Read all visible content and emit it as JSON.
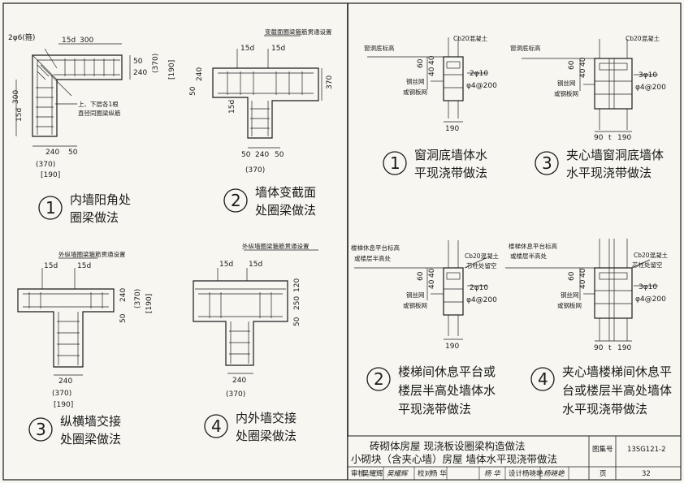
{
  "drawings": {
    "d1": {
      "notes": [
        "2φ6(箍)",
        "上、下层各1根",
        "直径同圈梁纵筋"
      ],
      "dims": [
        "15d",
        "300",
        "50",
        "240",
        "(370)",
        "[190]",
        "300",
        "15d",
        "240",
        "50",
        "(370)",
        "[190]"
      ],
      "number": "1",
      "caption": [
        "内墙阳角处",
        "圈梁做法"
      ]
    },
    "d2": {
      "notes": [
        "变截面圈梁箍筋贯通设置"
      ],
      "dims": [
        "15d",
        "15d",
        "50",
        "240",
        "370",
        "15d",
        "50",
        "240",
        "50",
        "(370)"
      ],
      "number": "2",
      "caption": [
        "墙体变截面",
        "处圈梁做法"
      ]
    },
    "d3": {
      "notes": [
        "外纵墙圈梁箍筋贯通设置"
      ],
      "dims": [
        "15d",
        "15d",
        "50",
        "240",
        "(370)",
        "[190]",
        "240",
        "(370)",
        "[190]"
      ],
      "number": "3",
      "caption": [
        "纵横墙交接",
        "处圈梁做法"
      ]
    },
    "d4": {
      "notes": [
        "外纵墙圈梁箍筋贯通设置"
      ],
      "dims": [
        "15d",
        "15d",
        "50",
        "250",
        "120",
        "240",
        "(370)"
      ],
      "number": "4",
      "caption": [
        "内外墙交接",
        "处圈梁做法"
      ]
    },
    "r1": {
      "notes": [
        "窗洞底标高",
        "Cb20混凝土",
        "钢丝网",
        "或钢板网"
      ],
      "dims": [
        "60",
        "40",
        "40",
        "2φ10",
        "φ4@200",
        "190"
      ],
      "number": "1",
      "caption": [
        "窗洞底墙体水",
        "平现浇带做法"
      ]
    },
    "r3": {
      "notes": [
        "窗洞底标高",
        "Cb20混凝土",
        "钢丝网",
        "或钢板网"
      ],
      "dims": [
        "60",
        "40",
        "40",
        "3φ10",
        "φ4@200",
        "90",
        "t",
        "190"
      ],
      "number": "3",
      "caption": [
        "夹心墙窗洞底墙体",
        "水平现浇带做法"
      ]
    },
    "r2": {
      "notes": [
        "楼梯休息平台标高",
        "或楼层半高处",
        "Cb20混凝土",
        "芯柱处留空",
        "钢丝网",
        "或钢板网"
      ],
      "dims": [
        "60",
        "40",
        "40",
        "2φ10",
        "φ4@200",
        "190"
      ],
      "number": "2",
      "caption": [
        "楼梯间休息平台或",
        "楼层半高处墙体水",
        "平现浇带做法"
      ]
    },
    "r4": {
      "notes": [
        "楼梯休息平台标高",
        "或楼层半高处",
        "Cb20混凝土",
        "芯柱处留空",
        "钢丝网",
        "或钢板网"
      ],
      "dims": [
        "60",
        "40",
        "40",
        "3φ10",
        "φ4@200",
        "90",
        "t",
        "190"
      ],
      "number": "4",
      "caption": [
        "夹心墙楼梯间休息平",
        "台或楼层半高处墙体",
        "水平现浇带做法"
      ]
    }
  },
  "title_block": {
    "title_line1": "砖砌体房屋 现浇板设圈梁构造做法",
    "title_line2": "小砌块（含夹心墙）房屋 墙体水平现浇带做法",
    "atlas_label": "图集号",
    "atlas_no": "13SG121-2",
    "review_label": "审核",
    "reviewer": "吴耀辉",
    "review_sign": "吴耀辉",
    "check_label": "校对",
    "checker": "杨 华",
    "check_sign": "杨 华",
    "design_label": "设计",
    "designer": "杨晓艳",
    "design_sign": "杨晓艳",
    "page_label": "页",
    "page_no": "32"
  }
}
